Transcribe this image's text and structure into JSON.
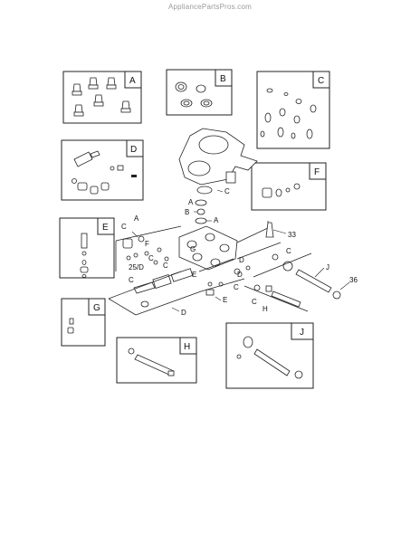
{
  "watermark": "AppliancePartsPros.com",
  "kits": [
    {
      "key": "A",
      "label": "A"
    },
    {
      "key": "B",
      "label": "B"
    },
    {
      "key": "C",
      "label": "C"
    },
    {
      "key": "D",
      "label": "D"
    },
    {
      "key": "E",
      "label": "E"
    },
    {
      "key": "F",
      "label": "F"
    },
    {
      "key": "G",
      "label": "G"
    },
    {
      "key": "H",
      "label": "H"
    },
    {
      "key": "J",
      "label": "J"
    }
  ],
  "callouts": {
    "a1": "A",
    "b1": "B",
    "a2": "A",
    "c_pump": "C",
    "c1": "C",
    "f1": "F",
    "c2": "C",
    "c3": "C",
    "g1": "G",
    "e1": "E",
    "d1": "D",
    "c4": "C",
    "d2": "D",
    "c5": "C",
    "h1": "H",
    "c6": "C",
    "j1": "J",
    "n33": "33",
    "n36": "36",
    "n25d": "25/D",
    "c7": "C",
    "d3": "D",
    "e2": "E"
  }
}
